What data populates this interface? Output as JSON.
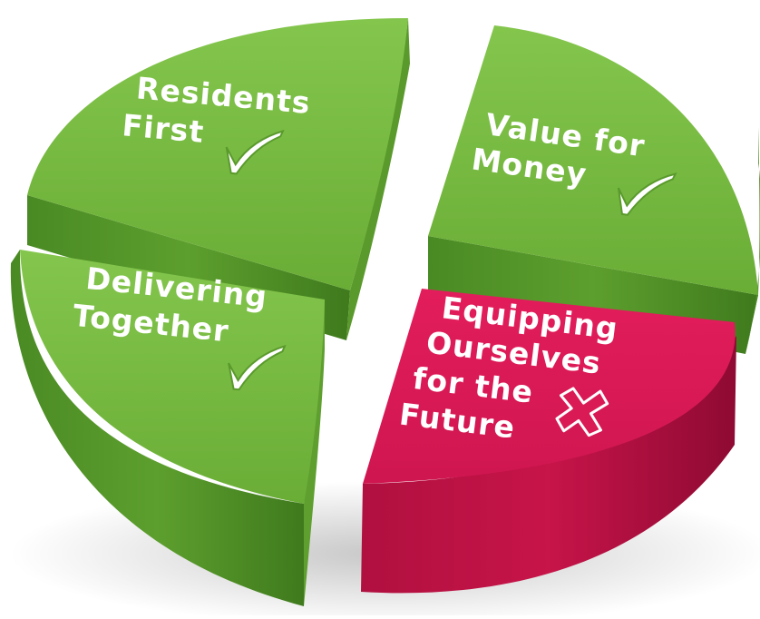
{
  "chart_data": {
    "type": "pie",
    "segments": [
      {
        "lines": [
          "Residents",
          "First"
        ],
        "status": "check",
        "color": "#6fb23c"
      },
      {
        "lines": [
          "Value for",
          "Money"
        ],
        "status": "check",
        "color": "#6fb23c"
      },
      {
        "lines": [
          "Delivering",
          "Together"
        ],
        "status": "check",
        "color": "#6fb23c"
      },
      {
        "lines": [
          "Equipping",
          "Ourselves",
          "for the",
          "Future"
        ],
        "status": "cross",
        "color": "#d91a55"
      }
    ]
  },
  "icons": {
    "check": "checkmark-icon",
    "cross": "cross-icon"
  },
  "colors": {
    "green_top": "#7cbc45",
    "green_side": "#4e8d26",
    "magenta_top": "#dc1a57",
    "magenta_side": "#a30d3c"
  }
}
